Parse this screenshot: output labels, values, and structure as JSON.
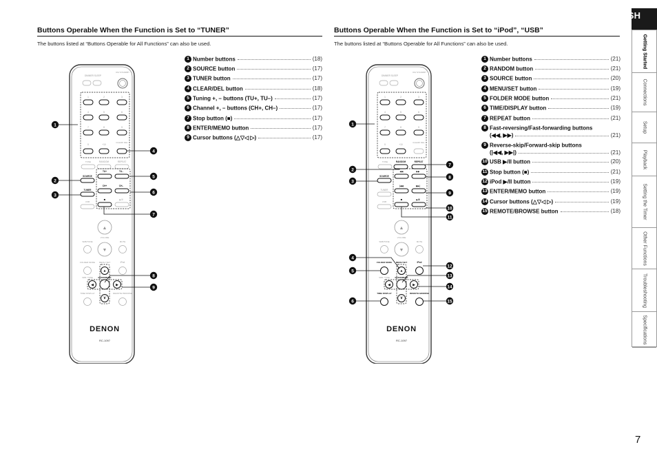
{
  "header": {
    "language": "ENGLISH"
  },
  "side_nav": [
    {
      "label": "Getting Started",
      "active": true
    },
    {
      "label": "Connections",
      "active": false
    },
    {
      "label": "Setup",
      "active": false
    },
    {
      "label": "Playback",
      "active": false
    },
    {
      "label": "Setting the Timer",
      "active": false
    },
    {
      "label": "Other Functions",
      "active": false
    },
    {
      "label": "Troubleshooting",
      "active": false
    },
    {
      "label": "Specifications",
      "active": false
    }
  ],
  "left": {
    "title": "Buttons Operable When the Function is Set to “TUNER”",
    "note": "The buttons listed at “Buttons Operable for All Functions” can also be used.",
    "items": [
      {
        "n": "1",
        "label": "Number buttons",
        "page": "(18)"
      },
      {
        "n": "2",
        "label": "SOURCE button",
        "page": "(17)"
      },
      {
        "n": "3",
        "label": "TUNER button",
        "page": "(17)"
      },
      {
        "n": "4",
        "label": "CLEAR/DEL button",
        "page": "(18)"
      },
      {
        "n": "5",
        "label": "Tuning +, – buttons (TU+, TU–)",
        "page": "(17)"
      },
      {
        "n": "6",
        "label": "Channel +, – buttons (CH+, CH–)",
        "page": "(17)"
      },
      {
        "n": "7",
        "label": "Stop button (■)",
        "page": "(17)"
      },
      {
        "n": "8",
        "label": "ENTER/MEMO button",
        "page": "(17)"
      },
      {
        "n": "9",
        "label": "Cursor buttons (△▽◁ ▷)",
        "page": "(17)"
      }
    ]
  },
  "right": {
    "title": "Buttons Operable When the Function is Set to “iPod”, “USB”",
    "note": "The buttons listed at “Buttons Operable for All Functions” can also be used.",
    "items": [
      {
        "n": "1",
        "label": "Number buttons",
        "page": "(21)"
      },
      {
        "n": "2",
        "label": "RANDOM button",
        "page": "(21)"
      },
      {
        "n": "3",
        "label": "SOURCE button",
        "page": "(20)"
      },
      {
        "n": "4",
        "label": "MENU/SET button",
        "page": "(19)"
      },
      {
        "n": "5",
        "label": "FOLDER MODE button",
        "page": "(21)"
      },
      {
        "n": "6",
        "label": "TIME/DISPLAY button",
        "page": "(19)"
      },
      {
        "n": "7",
        "label": "REPEAT button",
        "page": "(21)"
      },
      {
        "n": "8",
        "label": "Fast-reversing/Fast-forwarding buttons",
        "label2": "(◀◀, ▶▶)",
        "page": "(21)"
      },
      {
        "n": "9",
        "label": "Reverse-skip/Forward-skip buttons",
        "label2": "(|◀◀, ▶▶|)",
        "page": "(21)"
      },
      {
        "n": "10",
        "label": "USB ▶/II button",
        "page": "(20)"
      },
      {
        "n": "11",
        "label": "Stop button (■)",
        "page": "(21)"
      },
      {
        "n": "12",
        "label": "iPod ▶/II button",
        "page": "(19)"
      },
      {
        "n": "13",
        "label": "ENTER/MEMO button",
        "page": "(19)"
      },
      {
        "n": "14",
        "label": "Cursor buttons (△▽◁ ▷)",
        "page": "(19)"
      },
      {
        "n": "15",
        "label": "REMOTE/BROWSE button",
        "page": "(18)"
      }
    ]
  },
  "remote": {
    "brand": "DENON",
    "model": "RC-1097",
    "labels": {
      "dimmer_sleep": "DIMMER SLEEP",
      "on_standby": "ON/ STANDBY",
      "clear_del": "CLEAR/ DEL",
      "tone": "TONE",
      "random": "RANDOM",
      "repeat": "REPEAT",
      "source": "SOURCE",
      "tuner": "TUNER",
      "usb": "USB",
      "vol": "VOLUME",
      "sdb_tone": "SDB/TONE",
      "mute": "MUTE",
      "folder_mode": "FOLDER MODE",
      "menu_set": "MENU/ SET",
      "ipod": "iPod",
      "enter_memo": "ENTER/MEMO",
      "time_display": "TIME/ DISPLAY",
      "clock": "CLOCK",
      "remote_browse": "REMOTE/ BROWSE",
      "tu_plus": "TU+",
      "tu_minus": "TU–",
      "ch_plus": "CH+",
      "ch_minus": "CH–",
      "plus10": "+10"
    },
    "digits": [
      "1",
      "2",
      "3",
      "4",
      "5",
      "6",
      "7",
      "8",
      "9",
      "0"
    ]
  },
  "page": {
    "number": "7"
  }
}
